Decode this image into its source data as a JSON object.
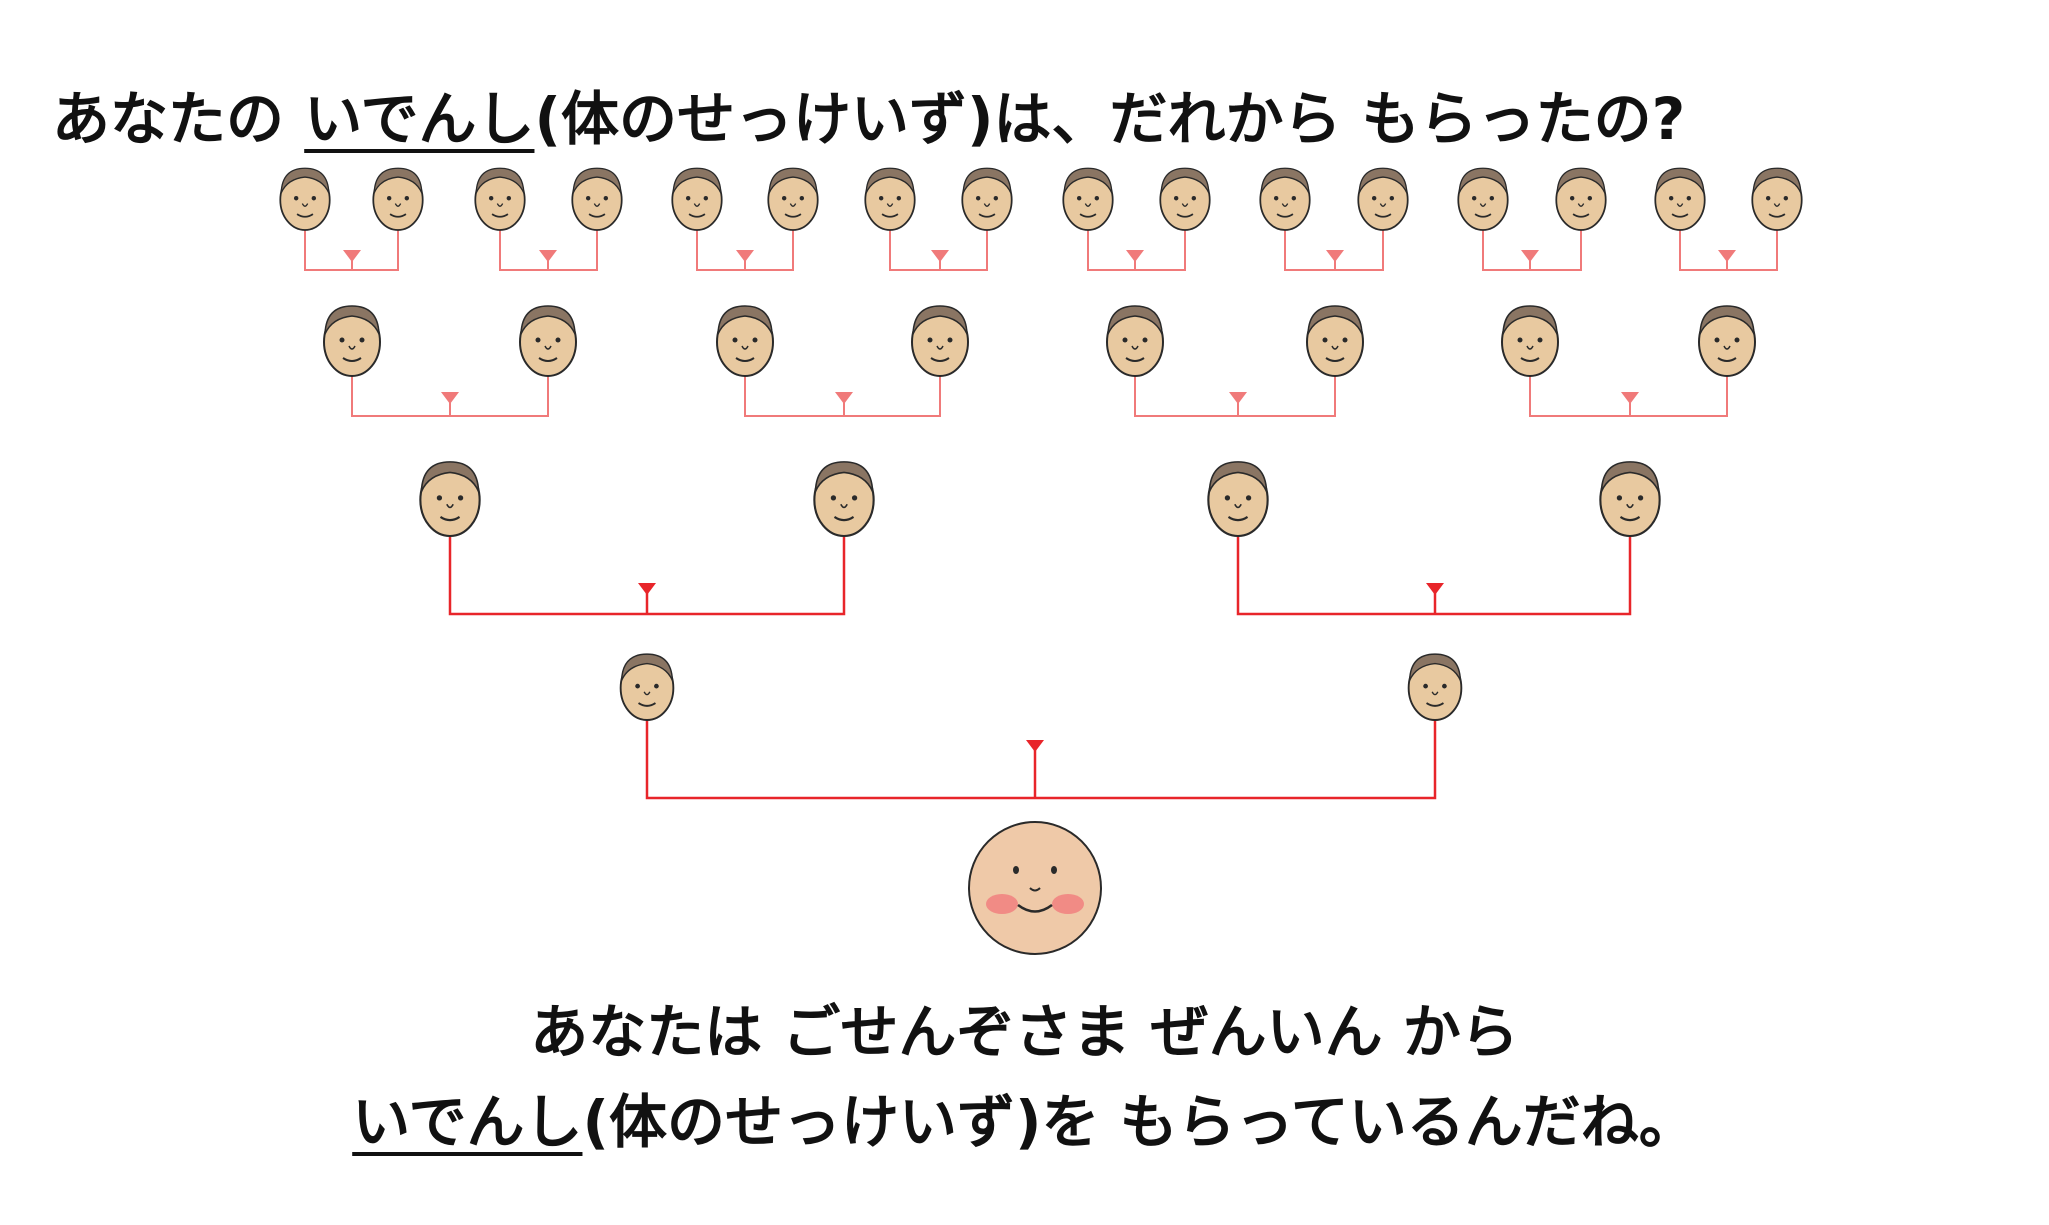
{
  "question": {
    "before": "あなたの ",
    "highlight": "いでんし",
    "after": "(体のせっけいず)は、だれから もらったの?"
  },
  "answer": {
    "line1": "あなたは ごせんぞさま ぜんいん から",
    "line2_highlight": "いでんし",
    "line2_after": "(体のせっけいず)を もらっているんだね。"
  },
  "colors": {
    "line_light": "#f07a7a",
    "line_strong": "#e8252a",
    "skin": "#e8c9a0",
    "outline": "#2a2a2a",
    "cheek": "#f2767a",
    "child_skin": "#efc9a8"
  },
  "generations": {
    "gen0_count": 16,
    "gen1_count": 8,
    "gen2_count": 4,
    "gen3_count": 2,
    "gen4_count": 1
  },
  "icons": [
    "ancestor-face-icon",
    "child-face-icon"
  ]
}
